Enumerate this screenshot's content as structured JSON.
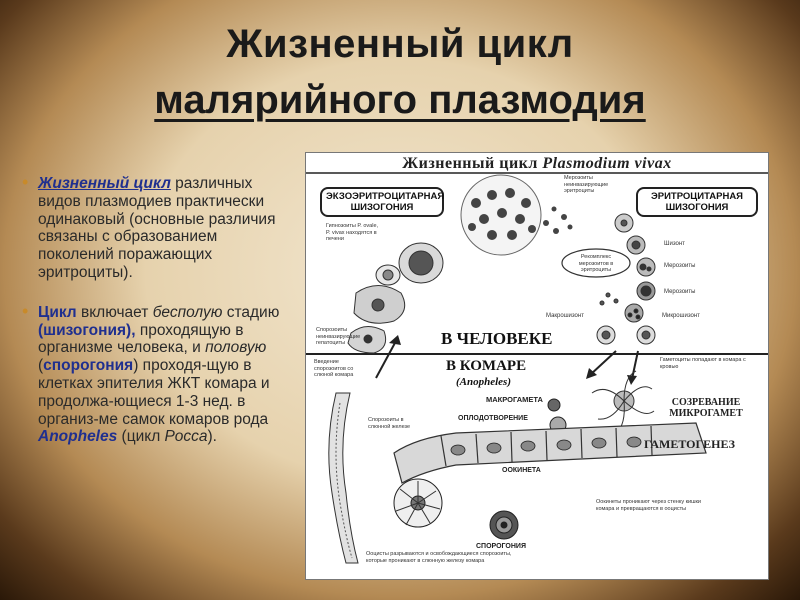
{
  "title": {
    "line1": "Жизненный цикл",
    "line2": "малярийного плазмодия"
  },
  "bullets": {
    "b1": {
      "term": "Жизненный цикл",
      "rest": " различных видов плазмодиев практически одинаковый (основные различия связаны с образованием поколений поражающих эритроциты)."
    },
    "b2": {
      "t1": "Цикл",
      "t2": " включает ",
      "t3": "бесполую",
      "t4": " стадию ",
      "t5": "(шизогония),",
      "t6": " проходящую в организме человека, и ",
      "t7": "половую",
      "t8": " (",
      "t9": "спорогония",
      "t10": ") проходя-щую в клетках эпителия ЖКТ комара и продолжа-ющиеся 1-3 нед. в организ-ме самок комаров рода ",
      "t11": "Anopheles",
      "t12": " (цикл ",
      "t13": "Росса",
      "t14": ")."
    }
  },
  "diagram": {
    "title_main": "Жизненный цикл ",
    "title_species": "Plasmodium vivax",
    "box_exo": "ЭКЗОЭРИТРОЦИТАРНАЯ ШИЗОГОНИЯ",
    "box_ery": "ЭРИТРОЦИТАРНАЯ ШИЗОГОНИЯ",
    "in_human": "В ЧЕЛОВЕКЕ",
    "in_mosquito": "В КОМАРЕ",
    "anopheles": "(Anopheles)",
    "label_macrogamete": "МАКРОГАМЕТА",
    "label_maturation": "СОЗРЕВАНИЕ МИКРОГАМЕТ",
    "label_gametogenesis": "ГАМЕТОГЕНЕЗ",
    "label_fertilization": "ОПЛОДОТВОРЕНИЕ",
    "label_ookinete": "ООКИНЕТА",
    "label_sporogony": "СПОРОГОНИЯ",
    "label_merozoites1": "Мерозоиты",
    "label_merozoites2": "Мерозоиты",
    "label_schizont": "Шизонт",
    "label_macroschizont": "Макрошизонт",
    "label_microschizont": "Микрошизонт",
    "label_merozoite_release": "Мерозоиты неинвазирующие эритроциты",
    "label_rest_merozoites": "Рекомплекс мерозоитов в эритроциты",
    "label_hypnozoites": "Гипнозоиты P. ovale, P. vivax находятся в печени",
    "label_sporozoites_liver": "Спорозоиты неинвазирующие гепатоциты",
    "label_sporozoites_inject": "Введение спорозоитов со слюной комара",
    "label_gametocytes_in": "Гаметоциты попадают в комара с кровью",
    "label_salivary": "Спорозоиты в слюнной железе",
    "label_oocysts": "Ооцисты разрываются и освобождающиеся спорозоиты, которые проникают в слюнную железу комара",
    "label_ookinete_pass": "Оокинеты проникают через стенку кишки комара и превращаются в ооцисты"
  }
}
